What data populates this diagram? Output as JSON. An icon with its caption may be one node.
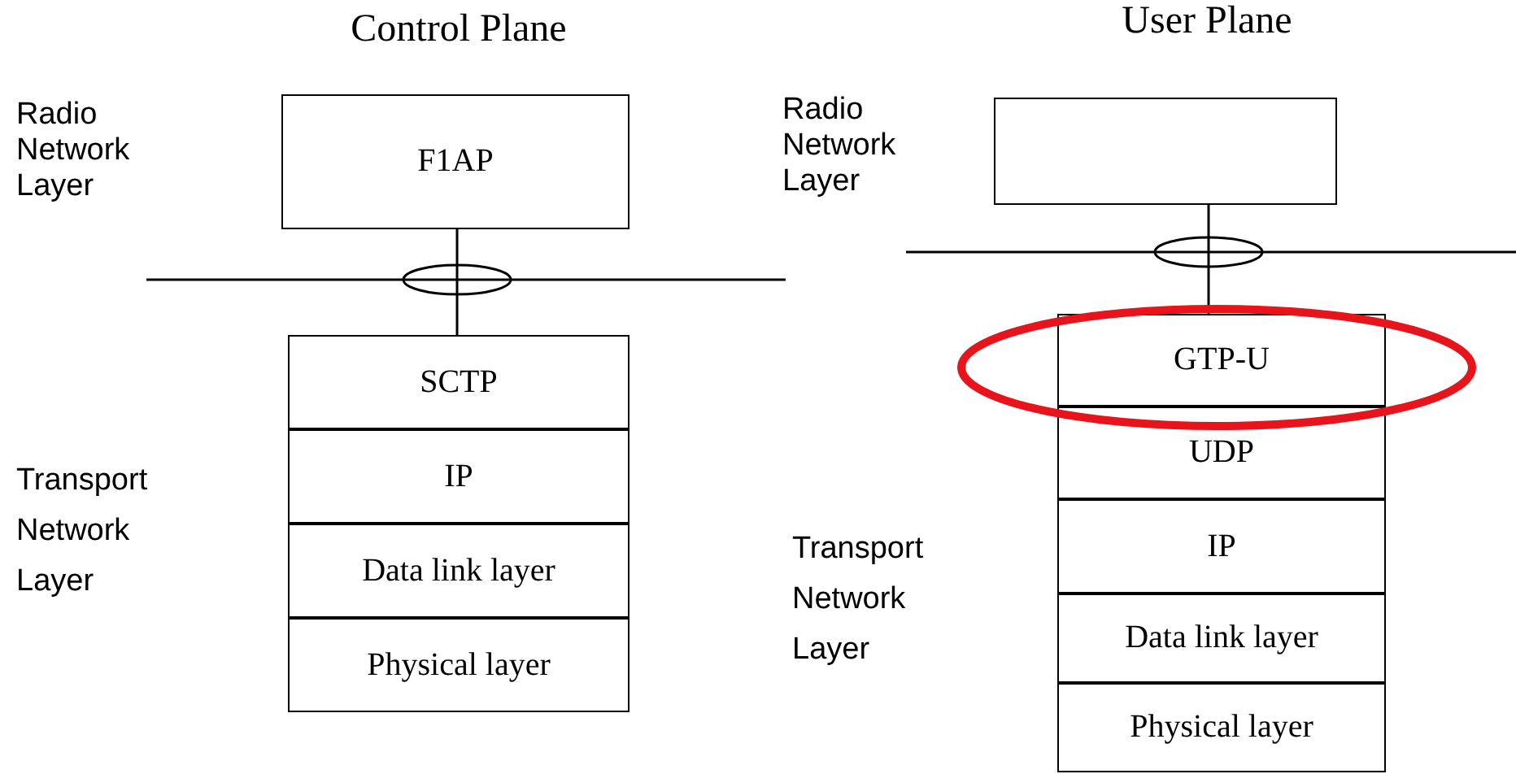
{
  "diagram": {
    "nodes": [
      {
        "text": [
          "F1AP"
        ]
      },
      {
        "text": [
          "SCTP"
        ]
      },
      {
        "text": [
          "IP"
        ]
      },
      {
        "text": [
          "Data link layer"
        ]
      },
      {
        "text": [
          "Physical layer"
        ]
      },
      {
        "text": [],
        "shape": "box"
      },
      {
        "text": [
          "GTP-U"
        ]
      },
      {
        "text": [
          "UDP"
        ]
      },
      {
        "text": [
          "IP"
        ]
      },
      {
        "text": [
          "Data link layer"
        ]
      },
      {
        "text": [
          "Physical layer"
        ]
      }
    ],
    "edges": [
      {
        "from": 0,
        "to": 1,
        "arrow": "none"
      },
      {
        "from": 5,
        "to": 6,
        "arrow": "none"
      }
    ],
    "labels": [
      "Control Plane",
      "User Plane",
      "Radio Network Layer",
      "Radio Network Layer",
      "Transport Network Layer",
      "Transport Network Layer"
    ]
  }
}
